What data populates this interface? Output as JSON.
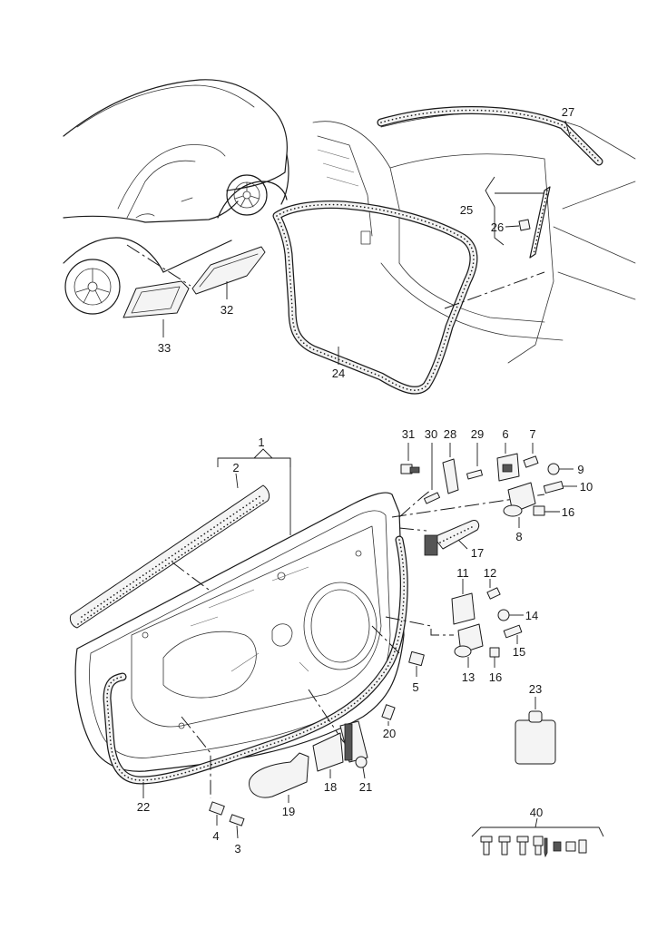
{
  "diagram": {
    "callouts": [
      {
        "id": "c1",
        "text": "1"
      },
      {
        "id": "c2",
        "text": "2"
      },
      {
        "id": "c3",
        "text": "3"
      },
      {
        "id": "c4",
        "text": "4"
      },
      {
        "id": "c5",
        "text": "5"
      },
      {
        "id": "c6",
        "text": "6"
      },
      {
        "id": "c7",
        "text": "7"
      },
      {
        "id": "c8",
        "text": "8"
      },
      {
        "id": "c9",
        "text": "9"
      },
      {
        "id": "c10",
        "text": "10"
      },
      {
        "id": "c11",
        "text": "11"
      },
      {
        "id": "c12",
        "text": "12"
      },
      {
        "id": "c13",
        "text": "13"
      },
      {
        "id": "c14",
        "text": "14"
      },
      {
        "id": "c15",
        "text": "15"
      },
      {
        "id": "c16a",
        "text": "16"
      },
      {
        "id": "c16b",
        "text": "16"
      },
      {
        "id": "c17",
        "text": "17"
      },
      {
        "id": "c18",
        "text": "18"
      },
      {
        "id": "c19",
        "text": "19"
      },
      {
        "id": "c20",
        "text": "20"
      },
      {
        "id": "c21",
        "text": "21"
      },
      {
        "id": "c22",
        "text": "22"
      },
      {
        "id": "c23",
        "text": "23"
      },
      {
        "id": "c24",
        "text": "24"
      },
      {
        "id": "c25",
        "text": "25"
      },
      {
        "id": "c26",
        "text": "26"
      },
      {
        "id": "c27",
        "text": "27"
      },
      {
        "id": "c28",
        "text": "28"
      },
      {
        "id": "c29",
        "text": "29"
      },
      {
        "id": "c30",
        "text": "30"
      },
      {
        "id": "c31",
        "text": "31"
      },
      {
        "id": "c32",
        "text": "32"
      },
      {
        "id": "c33",
        "text": "33"
      },
      {
        "id": "c40",
        "text": "40"
      }
    ]
  }
}
